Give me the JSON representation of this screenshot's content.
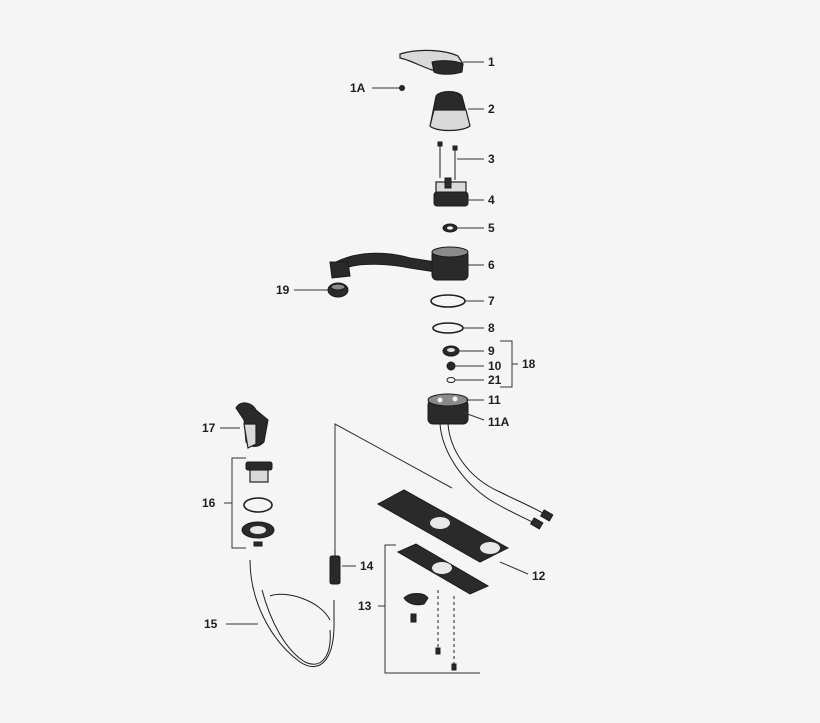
{
  "diagram": {
    "callouts": [
      {
        "id": "1",
        "text": "1"
      },
      {
        "id": "1A",
        "text": "1A"
      },
      {
        "id": "2",
        "text": "2"
      },
      {
        "id": "3",
        "text": "3"
      },
      {
        "id": "4",
        "text": "4"
      },
      {
        "id": "5",
        "text": "5"
      },
      {
        "id": "6",
        "text": "6"
      },
      {
        "id": "7",
        "text": "7"
      },
      {
        "id": "8",
        "text": "8"
      },
      {
        "id": "9",
        "text": "9"
      },
      {
        "id": "10",
        "text": "10"
      },
      {
        "id": "21",
        "text": "21"
      },
      {
        "id": "18",
        "text": "18"
      },
      {
        "id": "11",
        "text": "11"
      },
      {
        "id": "11A",
        "text": "11A"
      },
      {
        "id": "19",
        "text": "19"
      },
      {
        "id": "17",
        "text": "17"
      },
      {
        "id": "16",
        "text": "16"
      },
      {
        "id": "14",
        "text": "14"
      },
      {
        "id": "15",
        "text": "15"
      },
      {
        "id": "12",
        "text": "12"
      },
      {
        "id": "13",
        "text": "13"
      }
    ]
  }
}
